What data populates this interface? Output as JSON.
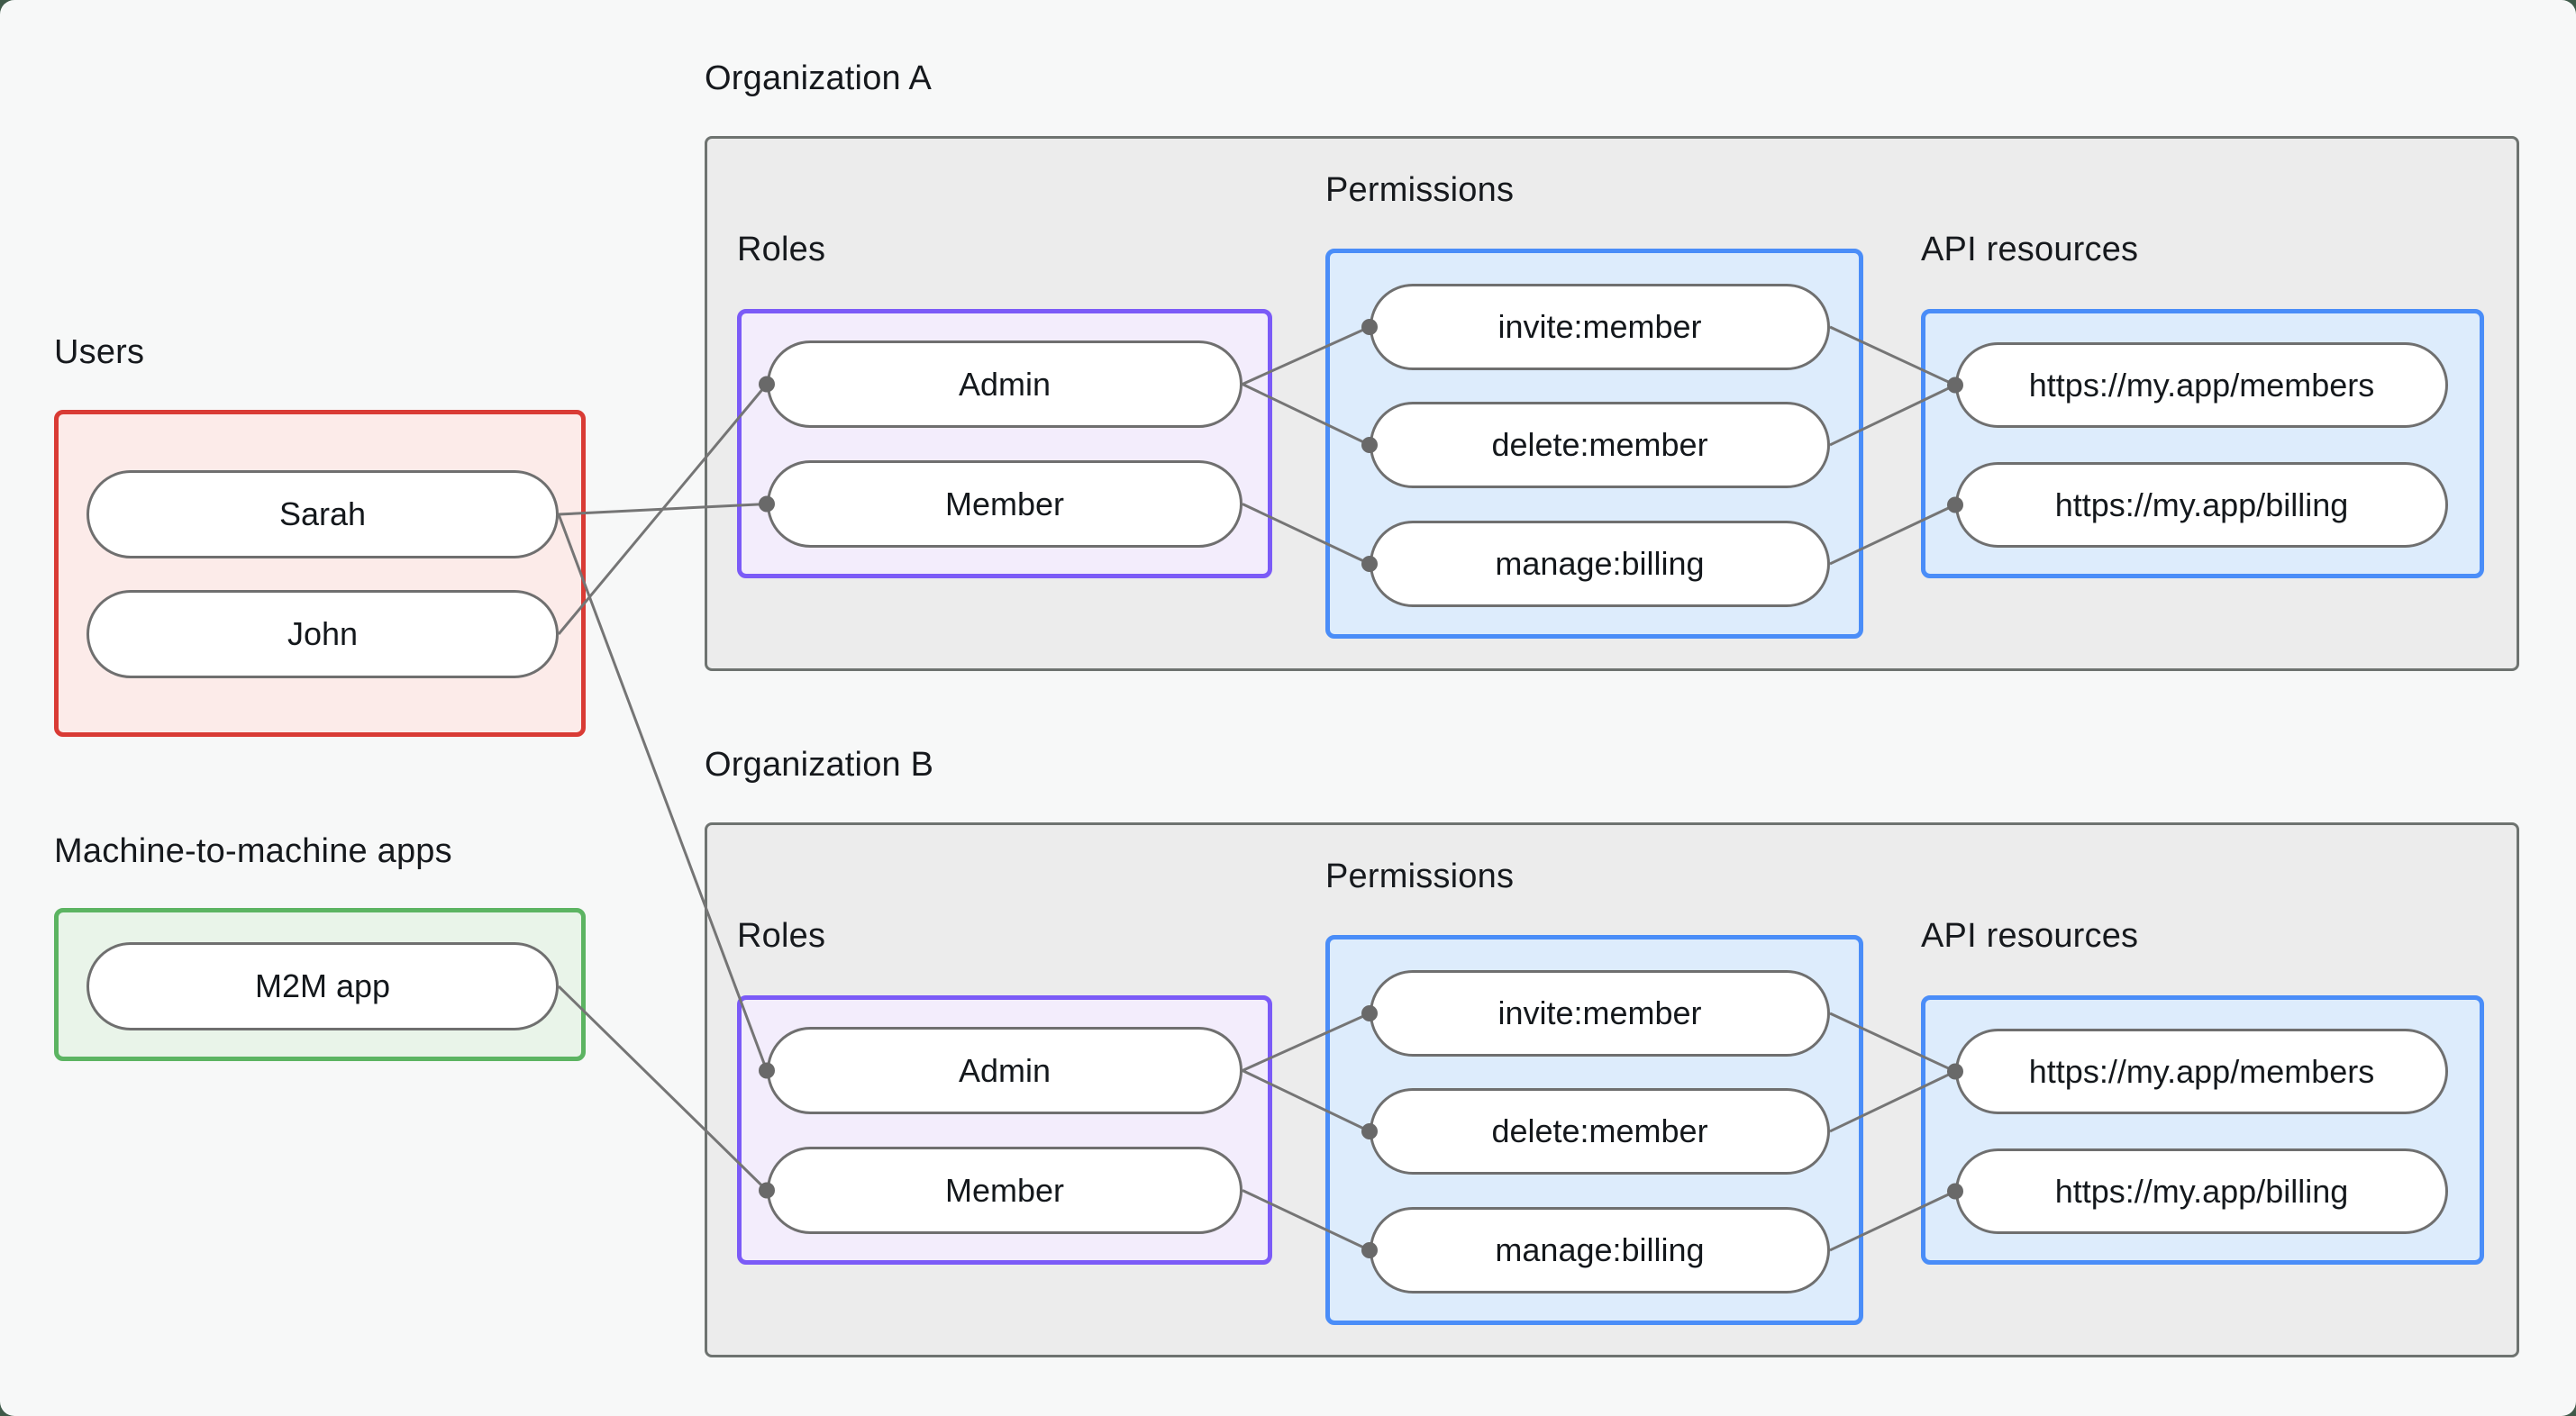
{
  "page": {
    "background": "#f7f8f8",
    "frame_color": "#3f5a49"
  },
  "colors": {
    "org_border": "#6e7370",
    "org_fill": "#ececec",
    "red_accent": "#d93b35",
    "red_fill": "#fcebe9",
    "green_accent": "#5cb462",
    "green_fill": "#e9f4e9",
    "purple_accent": "#7b5bf7",
    "purple_fill": "#f3edfc",
    "blue_accent": "#4a8df8",
    "blue_fill": "#ddecfc",
    "line": "#757575",
    "dot": "#696969",
    "pill_border": "#6f6f6f",
    "text": "#16191d"
  },
  "groups": {
    "users": {
      "title": "Users",
      "items": [
        "Sarah",
        "John"
      ]
    },
    "m2m": {
      "title": "Machine-to-machine apps",
      "items": [
        "M2M app"
      ]
    }
  },
  "orgs": [
    {
      "title": "Organization A",
      "roles": {
        "label": "Roles",
        "items": [
          "Admin",
          "Member"
        ]
      },
      "permissions": {
        "label": "Permissions",
        "items": [
          "invite:member",
          "delete:member",
          "manage:billing"
        ]
      },
      "api_resources": {
        "label": "API resources",
        "items": [
          "https://my.app/members",
          "https://my.app/billing"
        ]
      }
    },
    {
      "title": "Organization B",
      "roles": {
        "label": "Roles",
        "items": [
          "Admin",
          "Member"
        ]
      },
      "permissions": {
        "label": "Permissions",
        "items": [
          "invite:member",
          "delete:member",
          "manage:billing"
        ]
      },
      "api_resources": {
        "label": "API resources",
        "items": [
          "https://my.app/members",
          "https://my.app/billing"
        ]
      }
    }
  ],
  "edges": [
    {
      "from": "user-0",
      "to": "org0-role-1"
    },
    {
      "from": "user-1",
      "to": "org0-role-0"
    },
    {
      "from": "user-0",
      "to": "org1-role-0"
    },
    {
      "from": "m2m-0",
      "to": "org1-role-1"
    },
    {
      "from": "org0-role-0",
      "to": "org0-perm-0"
    },
    {
      "from": "org0-role-0",
      "to": "org0-perm-1"
    },
    {
      "from": "org0-role-1",
      "to": "org0-perm-2"
    },
    {
      "from": "org0-perm-0",
      "to": "org0-api-0"
    },
    {
      "from": "org0-perm-1",
      "to": "org0-api-0"
    },
    {
      "from": "org0-perm-2",
      "to": "org0-api-1"
    },
    {
      "from": "org1-role-0",
      "to": "org1-perm-0"
    },
    {
      "from": "org1-role-0",
      "to": "org1-perm-1"
    },
    {
      "from": "org1-role-1",
      "to": "org1-perm-2"
    },
    {
      "from": "org1-perm-0",
      "to": "org1-api-0"
    },
    {
      "from": "org1-perm-1",
      "to": "org1-api-0"
    },
    {
      "from": "org1-perm-2",
      "to": "org1-api-1"
    }
  ]
}
